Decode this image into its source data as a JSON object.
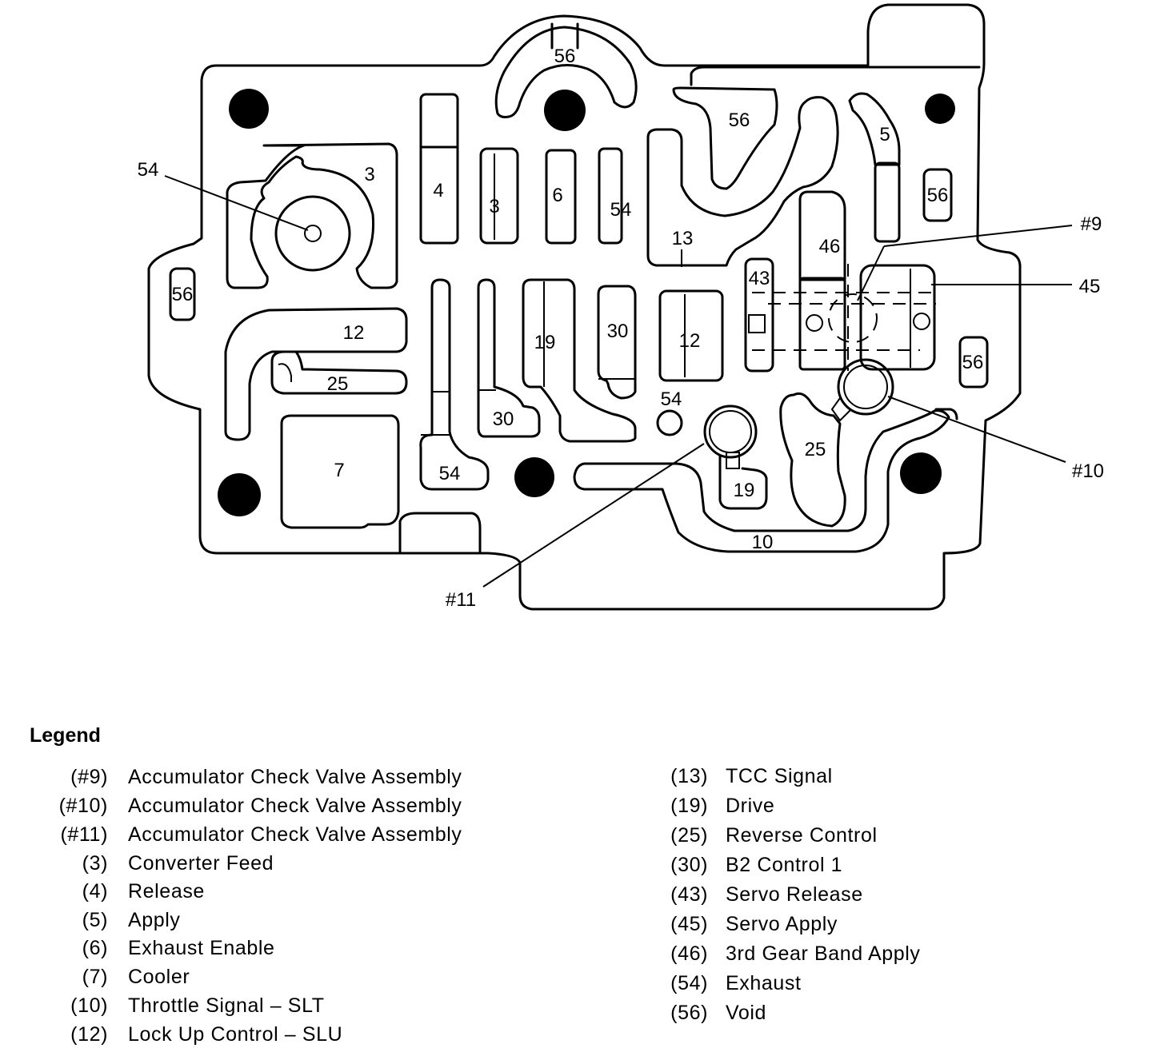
{
  "diagram": {
    "passages": [
      {
        "id": "p56-top",
        "text": "56"
      },
      {
        "id": "p56-right",
        "text": "56"
      },
      {
        "id": "p5",
        "text": "5"
      },
      {
        "id": "p56-far",
        "text": "56"
      },
      {
        "id": "p54-left",
        "text": "54"
      },
      {
        "id": "p3-big",
        "text": "3"
      },
      {
        "id": "p4",
        "text": "4"
      },
      {
        "id": "p3-small",
        "text": "3"
      },
      {
        "id": "p6",
        "text": "6"
      },
      {
        "id": "p54-mid",
        "text": "54"
      },
      {
        "id": "p13",
        "text": "13"
      },
      {
        "id": "p46",
        "text": "46"
      },
      {
        "id": "p56-left",
        "text": "56"
      },
      {
        "id": "p43",
        "text": "43"
      },
      {
        "id": "p12-a",
        "text": "12"
      },
      {
        "id": "p19-a",
        "text": "19"
      },
      {
        "id": "p30-a",
        "text": "30"
      },
      {
        "id": "p12-b",
        "text": "12"
      },
      {
        "id": "p56-r2",
        "text": "56"
      },
      {
        "id": "p25-a",
        "text": "25"
      },
      {
        "id": "p54-c",
        "text": "54"
      },
      {
        "id": "p30-b",
        "text": "30"
      },
      {
        "id": "p25-b",
        "text": "25"
      },
      {
        "id": "p7",
        "text": "7"
      },
      {
        "id": "p54-b",
        "text": "54"
      },
      {
        "id": "p19-b",
        "text": "19"
      },
      {
        "id": "p10",
        "text": "10"
      }
    ],
    "callouts": [
      {
        "id": "c9",
        "text": "#9"
      },
      {
        "id": "c45",
        "text": "45"
      },
      {
        "id": "c10",
        "text": "#10"
      },
      {
        "id": "c11",
        "text": "#11"
      }
    ]
  },
  "legend": {
    "title": "Legend",
    "left": [
      {
        "code": "(#9)",
        "desc": "Accumulator Check Valve Assembly"
      },
      {
        "code": "(#10)",
        "desc": "Accumulator Check Valve Assembly"
      },
      {
        "code": "(#11)",
        "desc": "Accumulator Check Valve Assembly"
      },
      {
        "code": "(3)",
        "desc": "Converter Feed"
      },
      {
        "code": "(4)",
        "desc": "Release"
      },
      {
        "code": "(5)",
        "desc": "Apply"
      },
      {
        "code": "(6)",
        "desc": "Exhaust Enable"
      },
      {
        "code": "(7)",
        "desc": "Cooler"
      },
      {
        "code": "(10)",
        "desc": "Throttle Signal – SLT"
      },
      {
        "code": "(12)",
        "desc": "Lock Up Control – SLU"
      }
    ],
    "right": [
      {
        "code": "(13)",
        "desc": "TCC Signal"
      },
      {
        "code": "(19)",
        "desc": "Drive"
      },
      {
        "code": "(25)",
        "desc": "Reverse Control"
      },
      {
        "code": "(30)",
        "desc": "B2 Control 1"
      },
      {
        "code": "(43)",
        "desc": "Servo Release"
      },
      {
        "code": "(45)",
        "desc": "Servo Apply"
      },
      {
        "code": "(46)",
        "desc": "3rd Gear Band Apply"
      },
      {
        "code": "(54)",
        "desc": "Exhaust"
      },
      {
        "code": "(56)",
        "desc": "Void"
      }
    ]
  }
}
